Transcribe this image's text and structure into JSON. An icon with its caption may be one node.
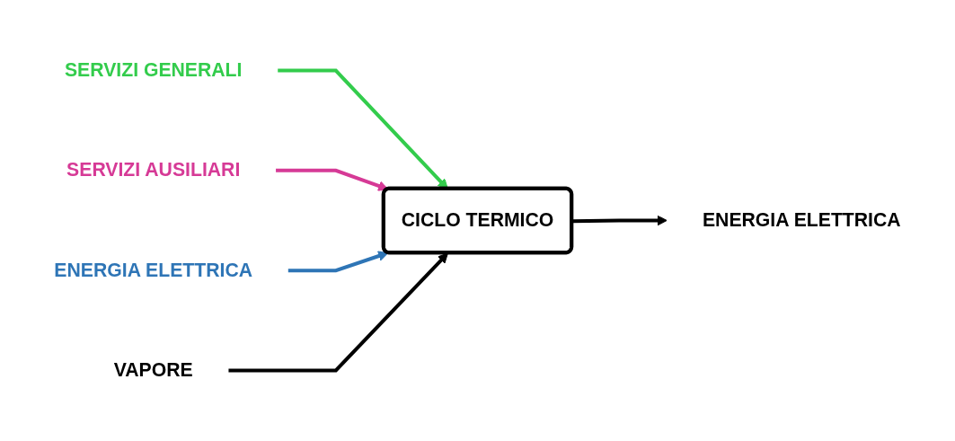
{
  "diagram": {
    "nodes": [
      {
        "text": [
          "SERVIZI GENERALI"
        ]
      },
      {
        "text": [
          "SERVIZI AUSILIARI"
        ]
      },
      {
        "text": [
          "ENERGIA ELETTRICA"
        ]
      },
      {
        "text": [
          "VAPORE"
        ]
      },
      {
        "text": [
          "CICLO TERMICO"
        ]
      },
      {
        "text": [
          "ENERGIA ELETTRICA"
        ]
      }
    ],
    "edges": [
      {
        "from": 0,
        "to": 4,
        "arrow": "to",
        "color": "#33cc4c"
      },
      {
        "from": 1,
        "to": 4,
        "arrow": "to",
        "color": "#d63a96"
      },
      {
        "from": 2,
        "to": 4,
        "arrow": "to",
        "color": "#2e75b6"
      },
      {
        "from": 3,
        "to": 4,
        "arrow": "to"
      },
      {
        "from": 4,
        "to": 5,
        "arrow": "to"
      }
    ]
  }
}
